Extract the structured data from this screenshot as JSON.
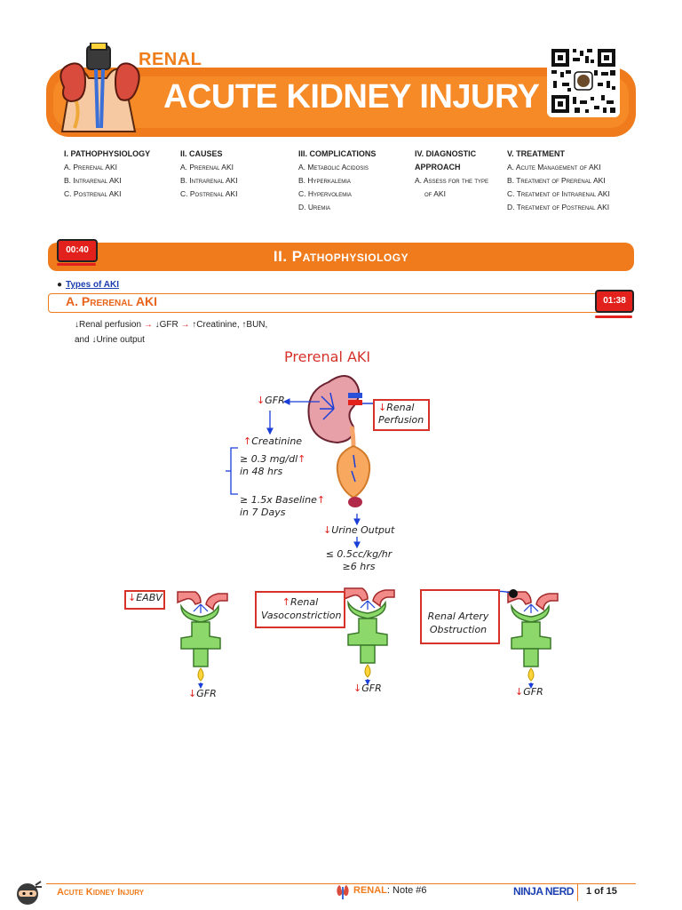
{
  "header": {
    "category": "RENAL",
    "title": "ACUTE KIDNEY INJURY"
  },
  "toc": [
    {
      "heading": "I. PATHOPHYSIOLOGY",
      "items": [
        "A. Prerenal AKI",
        "B. Intrarenal AKI",
        "C. Postrenal AKI"
      ]
    },
    {
      "heading": "II. CAUSES",
      "items": [
        "A. Prerenal AKI",
        "B. Intrarenal AKI",
        "C. Postrenal AKI"
      ]
    },
    {
      "heading": "III. COMPLICATIONS",
      "items": [
        "A. Metabolic Acidosis",
        "B. Hyperkalemia",
        "C. Hypervolemia",
        "D. Uremia"
      ]
    },
    {
      "heading": "IV. DIAGNOSTIC",
      "heading2": "APPROACH",
      "items": [
        "A. Assess for the type",
        "of AKI"
      ]
    },
    {
      "heading": "V. TREATMENT",
      "items": [
        "A. Acute Management of AKI",
        "B. Treatment of Prerenal AKI",
        "C. Treatment of Intrarenal AKI",
        "D. Treatment of Postrenal AKI"
      ]
    }
  ],
  "section": {
    "timer": "00:40",
    "title": "II. Pathophysiology"
  },
  "subsection": {
    "bullet_link": "Types of AKI",
    "title": "A. Prerenal AKI",
    "timer": "01:38"
  },
  "body": {
    "line1_parts": [
      "↓Renal perfusion ",
      "→",
      " ↓GFR ",
      "→",
      " ↑Creatinine, ↑BUN,"
    ],
    "line2": "and ↓Urine output"
  },
  "diagram": {
    "title": "Prerenal AKI",
    "gfr": "GFR",
    "renal_perfusion_1": "Renal",
    "renal_perfusion_2": "Perfusion",
    "creatinine": "Creatinine",
    "crit1_a": "≥ 0.3 mg/dl",
    "crit1_b": "in 48 hrs",
    "crit2_a": "≥ 1.5x Baseline",
    "crit2_b": "in 7 Days",
    "urine_output": "Urine Output",
    "uo_a": "≤ 0.5cc/kg/hr",
    "uo_b": "≥6 hrs",
    "cause1": "EABV",
    "cause2_a": "Renal",
    "cause2_b": "Vasoconstriction",
    "cause3_a": "Renal Artery",
    "cause3_b": "Obstruction",
    "gfr_bottom": "GFR"
  },
  "footer": {
    "left": "Acute Kidney Injury",
    "mid_brand": "RENAL",
    "mid_note": ": Note #6",
    "logo": "NINJA NERD",
    "page": "1 of 15"
  }
}
